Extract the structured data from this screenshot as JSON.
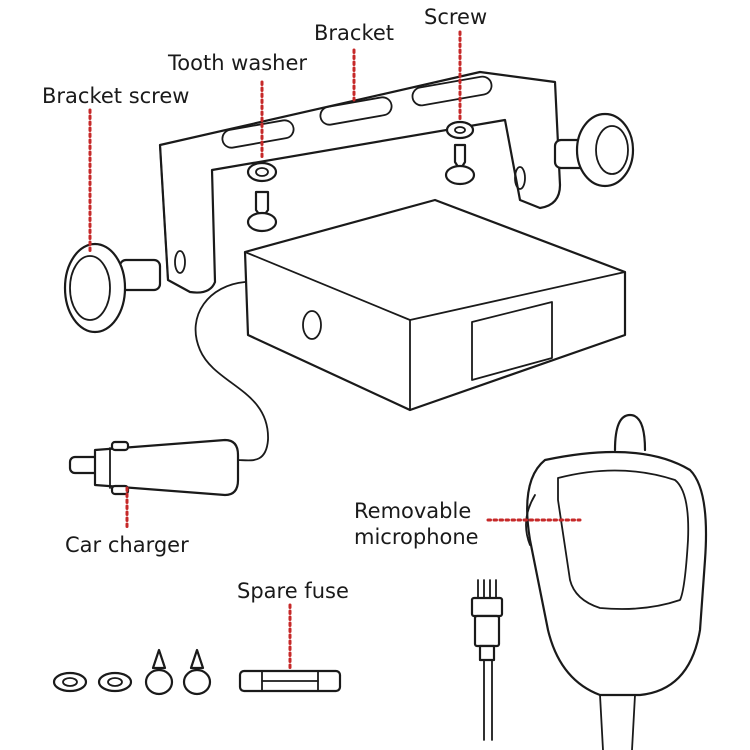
{
  "labels": {
    "bracket_screw": "Bracket screw",
    "tooth_washer": "Tooth washer",
    "bracket": "Bracket",
    "screw": "Screw",
    "car_charger": "Car charger",
    "removable_microphone_line1": "Removable",
    "removable_microphone_line2": "microphone",
    "spare_fuse": "Spare fuse"
  },
  "colors": {
    "leader_line": "#c62828",
    "outline": "#1a1a1a",
    "background": "#ffffff"
  }
}
